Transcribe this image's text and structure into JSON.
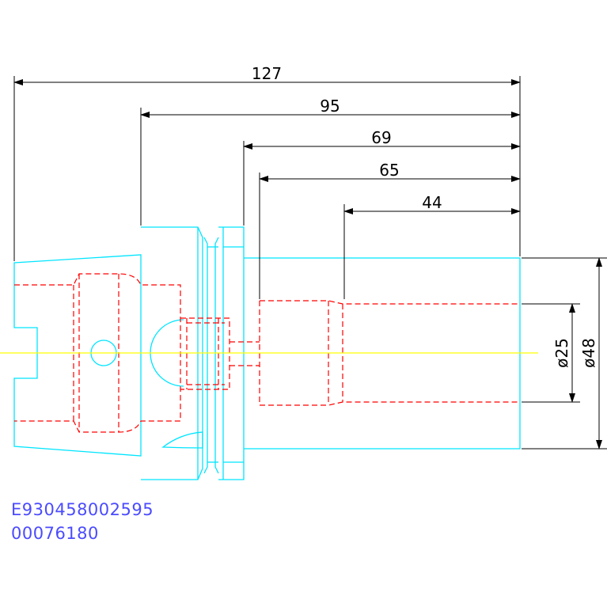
{
  "colors": {
    "outline": "#00e5ff",
    "hidden": "#ff0000",
    "centerline": "#ffff00",
    "dimension": "#000000",
    "code_text": "#4b4bff"
  },
  "dimensions": {
    "length_total": "127",
    "length_95": "95",
    "length_69": "69",
    "length_65": "65",
    "length_44": "44",
    "diameter_bore": "ø25",
    "diameter_outer": "ø48"
  },
  "codes": {
    "part_number": "E930458002595",
    "article_number": "00076180"
  }
}
